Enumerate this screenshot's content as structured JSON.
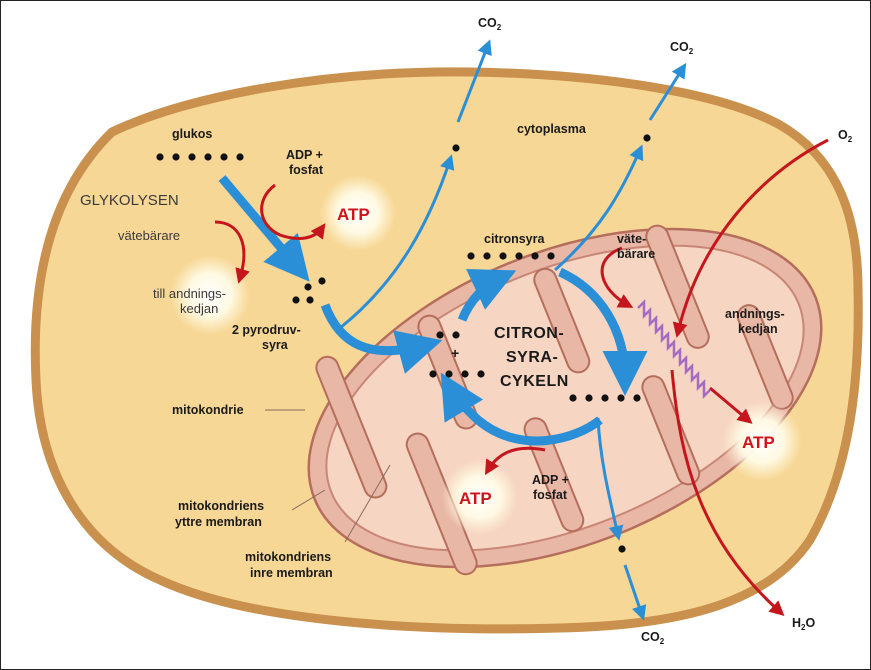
{
  "colors": {
    "cell_fill": "#f7d796",
    "cell_stroke": "#c9914d",
    "mito_fill": "#e9b7a6",
    "mito_stroke": "#b56e5c",
    "mito_inner": "#f6d5c2",
    "blue": "#2a8fd6",
    "red": "#c4161c",
    "chain": "#a66cc4"
  },
  "labels": {
    "glukos": "glukos",
    "adp_fosfat_1a": "ADP +",
    "adp_fosfat_1b": "fosfat",
    "glykolysen": "GLYKOLYSEN",
    "vatebarare_1": "vätebärare",
    "till_andning_a": "till andnings-",
    "till_andning_b": "kedjan",
    "pyrodruv_a": "2 pyrodruv-",
    "pyrodruv_b": "syra",
    "cytoplasma": "cytoplasma",
    "citronsyra": "citronsyra",
    "vatebarare_2a": "väte-",
    "vatebarare_2b": "bärare",
    "andnings_a": "andnings-",
    "andnings_b": "kedjan",
    "citron_a": "CITRON-",
    "citron_b": "SYRA-",
    "citron_c": "CYKELN",
    "plus": "+",
    "mitokondrie": "mitokondrie",
    "yttre_a": "mitokondriens",
    "yttre_b": "yttre membran",
    "inre_a": "mitokondriens",
    "inre_b": "inre membran",
    "adp_fosfat_2a": "ADP +",
    "adp_fosfat_2b": "fosfat",
    "co2": "CO",
    "two": "2",
    "o2": "O",
    "h2o_h": "H",
    "h2o_o": "O"
  },
  "atp": {
    "label": "ATP",
    "text_color": "#d0121b",
    "glow_color": "#fffbe6"
  }
}
